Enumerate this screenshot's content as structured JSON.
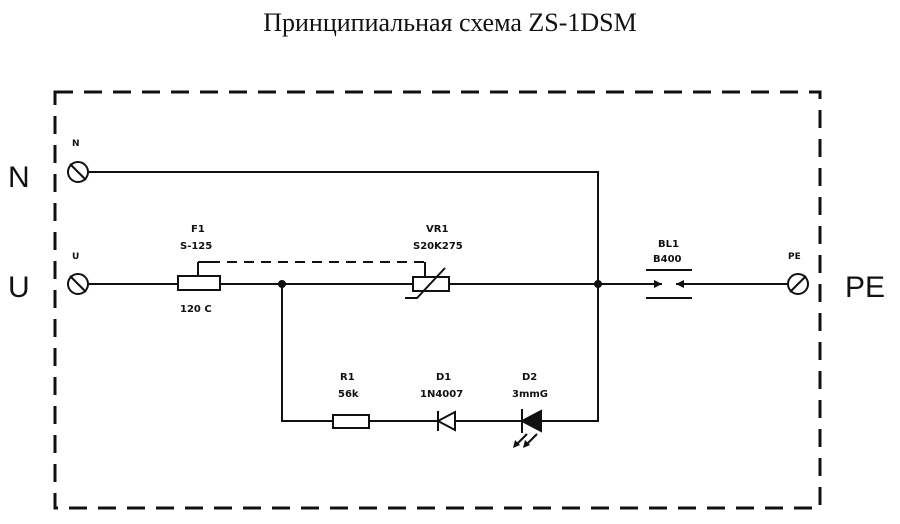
{
  "title": "Принципиальная схема ZS-1DSM",
  "terminals": {
    "n_outer": "N",
    "u_outer": "U",
    "pe_outer": "PE",
    "n_inner": "N",
    "u_inner": "U",
    "pe_inner": "PE"
  },
  "components": {
    "f1": {
      "ref": "F1",
      "value": "S-125",
      "note": "120 C"
    },
    "vr1": {
      "ref": "VR1",
      "value": "S20K275"
    },
    "bl1": {
      "ref": "BL1",
      "value": "B400"
    },
    "r1": {
      "ref": "R1",
      "value": "56k"
    },
    "d1": {
      "ref": "D1",
      "value": "1N4007"
    },
    "d2": {
      "ref": "D2",
      "value": "3mmG"
    }
  }
}
